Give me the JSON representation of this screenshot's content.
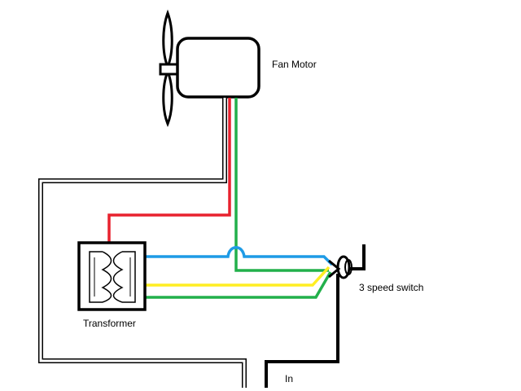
{
  "labels": {
    "fan_motor": "Fan Motor",
    "switch": "3 speed switch",
    "transformer": "Transformer",
    "input": "In"
  },
  "colors": {
    "red": "#e8222e",
    "green": "#22b04b",
    "blue": "#1e9be6",
    "yellow": "#ffee22",
    "black": "#000000"
  }
}
